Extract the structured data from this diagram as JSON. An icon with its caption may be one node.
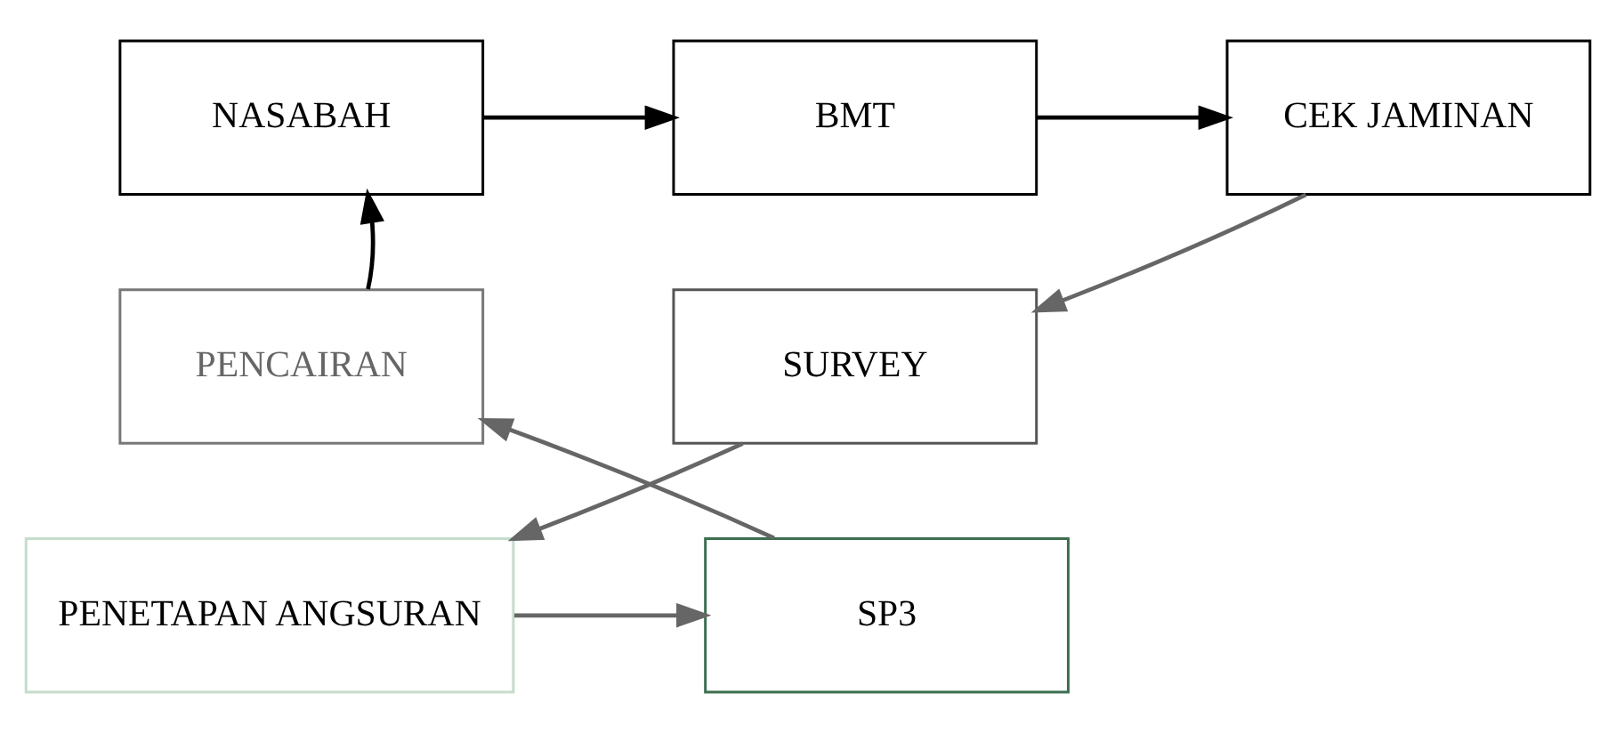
{
  "diagram": {
    "nodes": [
      {
        "text": [
          "NASABAH"
        ]
      },
      {
        "text": [
          "BMT"
        ]
      },
      {
        "text": [
          "CEK JAMINAN"
        ]
      },
      {
        "text": [
          "SURVEY"
        ]
      },
      {
        "text": [
          "PENETAPAN ANGSURAN"
        ]
      },
      {
        "text": [
          "SP3"
        ]
      },
      {
        "text": [
          "PENCAIRAN"
        ]
      }
    ],
    "edges": [
      {
        "from": 0,
        "to": 1,
        "arrow": "to",
        "color": "#000000"
      },
      {
        "from": 1,
        "to": 2,
        "arrow": "to",
        "color": "#000000"
      },
      {
        "from": 2,
        "to": 3,
        "arrow": "to"
      },
      {
        "from": 3,
        "to": 4,
        "arrow": "to"
      },
      {
        "from": 4,
        "to": 5,
        "arrow": "to"
      },
      {
        "from": 5,
        "to": 6,
        "arrow": "to"
      },
      {
        "from": 6,
        "to": 0,
        "arrow": "to",
        "color": "#000000"
      }
    ]
  }
}
